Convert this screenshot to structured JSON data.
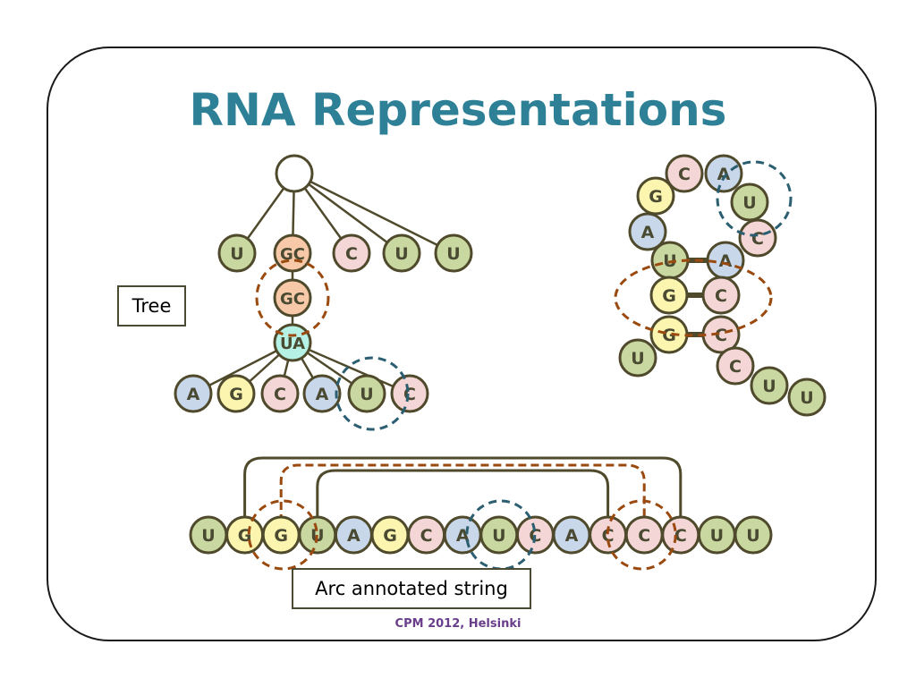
{
  "title": "RNA Representations",
  "labels": {
    "tree": "Tree",
    "arc": "Arc annotated string"
  },
  "footer": "CPM 2012, Helsinki",
  "colors": {
    "U": "#c8d8a0",
    "G": "#fbf5b0",
    "C": "#f5d6d6",
    "A": "#c8d8ea",
    "pair": "#f7c9a8",
    "uapair": "#b5f2e5",
    "stroke": "#4f4a2c",
    "highlight_orange": "#9a4a0f",
    "highlight_blue": "#2a5e70",
    "title": "#2e8096",
    "footer": "#6a3d8a"
  },
  "tree": {
    "root": "",
    "level1": [
      "U",
      "GC",
      "C",
      "U",
      "U"
    ],
    "level2": "GC",
    "level3": "UA",
    "leaves": [
      "A",
      "G",
      "C",
      "A",
      "U",
      "C"
    ]
  },
  "structure": {
    "loop": [
      "G",
      "C",
      "A",
      "U",
      "C",
      "A"
    ],
    "stem_left": [
      "U",
      "G",
      "G"
    ],
    "stem_right": [
      "A",
      "C",
      "C"
    ],
    "tail_left": [
      "U"
    ],
    "tail_right": [
      "C",
      "U",
      "U"
    ]
  },
  "arc_string": [
    "U",
    "G",
    "G",
    "U",
    "A",
    "G",
    "C",
    "A",
    "U",
    "C",
    "A",
    "C",
    "C",
    "C",
    "U",
    "U"
  ]
}
